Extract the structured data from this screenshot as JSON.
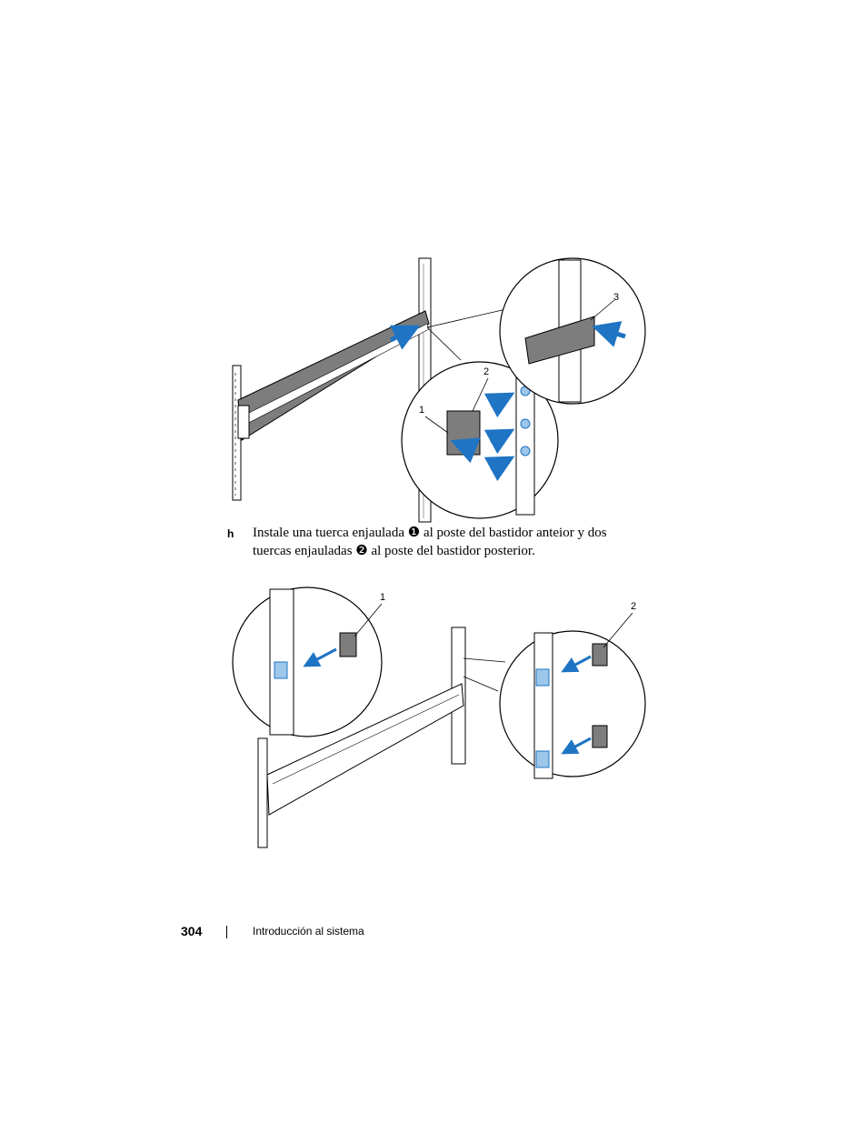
{
  "figure1": {
    "callouts": [
      "1",
      "2",
      "3"
    ],
    "icons": [
      "rack-rail-assembly",
      "zoom-detail-circle",
      "blue-push-arrow"
    ]
  },
  "step": {
    "letter": "h",
    "text": "Instale una tuerca enjaulada ❶ al poste del bastidor anteior y dos tuercas enjauladas ❷ al poste del bastidor posterior."
  },
  "figure2": {
    "callouts": [
      "1",
      "2"
    ],
    "icons": [
      "cage-nut",
      "rack-post",
      "blue-push-arrow"
    ]
  },
  "footer": {
    "page_number": "304",
    "section_title": "Introducción al sistema"
  },
  "colors": {
    "accent_blue": "#1f74c4",
    "light_blue": "#9cc6ea",
    "rail_gray": "#7d7d7d",
    "line": "#000000"
  }
}
